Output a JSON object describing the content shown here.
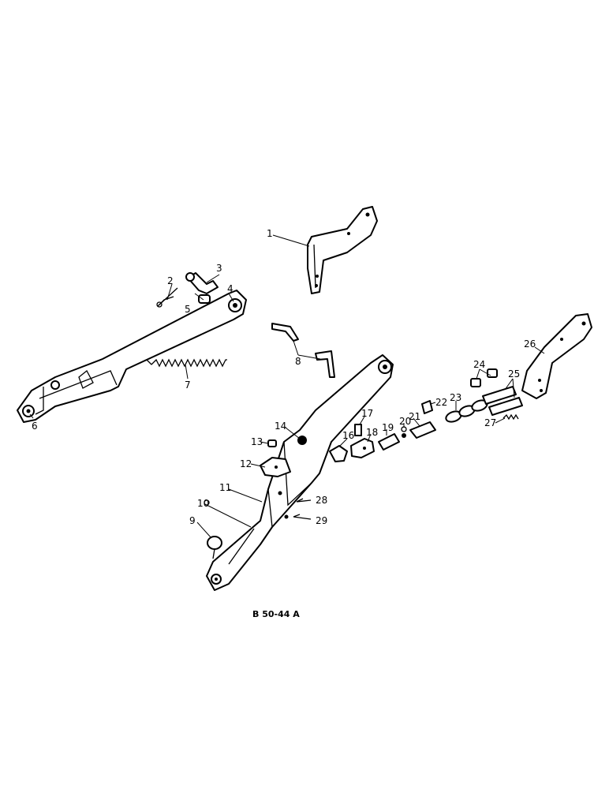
{
  "figure_ref": "B 50-44 A",
  "callouts": [
    "1",
    "2",
    "3",
    "4",
    "5",
    "6",
    "7",
    "8",
    "9",
    "10",
    "11",
    "12",
    "13",
    "14",
    "16",
    "17",
    "18",
    "19",
    "20",
    "21",
    "22",
    "23",
    "24",
    "25",
    "26",
    "27",
    "28",
    "29"
  ]
}
